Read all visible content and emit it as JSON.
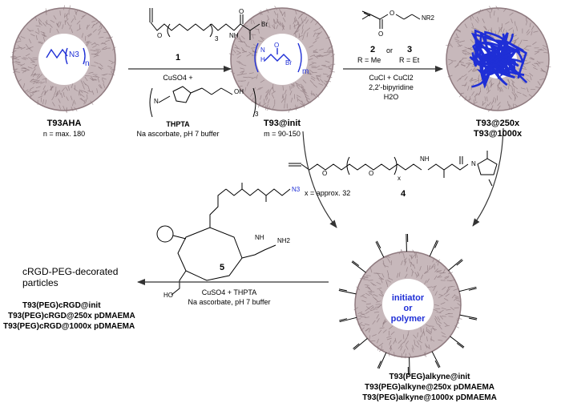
{
  "colors": {
    "particle": "#8f7a7f",
    "particle_light": "#c7b8bb",
    "core": "#ffffff",
    "polymer_blue": "#1f2fd6",
    "arrow": "#333333",
    "text": "#000000"
  },
  "particles": {
    "p1": {
      "name": "T93AHA",
      "note": "n = max. 180"
    },
    "p2": {
      "name": "T93@init",
      "note": "m = 90-150"
    },
    "p3": {
      "names": [
        "T93@250x",
        "T93@1000x"
      ]
    },
    "p4": {
      "core_lines": [
        "initiator",
        "or",
        "polymer"
      ],
      "names": [
        "T93(PEG)alkyne@init",
        "T93(PEG)alkyne@250x pDMAEMA",
        "T93(PEG)alkyne@1000x pDMAEMA"
      ]
    }
  },
  "chem_labels": {
    "n3_group": "N3",
    "n_sub": "n",
    "m_sub": "m",
    "br": "Br",
    "o": "O",
    "n": "N",
    "h": "H",
    "n3_small": "N3",
    "nh2": "NH2",
    "nh": "NH",
    "ho": "HO"
  },
  "step1": {
    "compound": "1",
    "reagent_top": "CuSO4 +",
    "thpta": "THPTA",
    "conditions": "Na ascorbate, pH 7 buffer",
    "subscript3": "3",
    "ligand_sub": "3"
  },
  "step2": {
    "cmpd2": "2",
    "or": "or",
    "cmpd3": "3",
    "r_me": "R = Me",
    "r_et": "R = Et",
    "cond1": "CuCl + CuCl2",
    "cond2": "2,2'-bipyridine",
    "cond3": "H2O",
    "nr2": "NR2"
  },
  "step3": {
    "x_note": "x = approx. 32",
    "compound": "4",
    "x_sub": "x"
  },
  "step4": {
    "compound": "5",
    "reagent": "CuSO4 + THPTA",
    "conditions": "Na ascorbate, pH 7 buffer"
  },
  "products": {
    "heading": [
      "cRGD-PEG-decorated",
      "particles"
    ],
    "items": [
      "T93(PEG)cRGD@init",
      "T93(PEG)cRGD@250x pDMAEMA",
      "T93(PEG)cRGD@1000x pDMAEMA"
    ]
  }
}
